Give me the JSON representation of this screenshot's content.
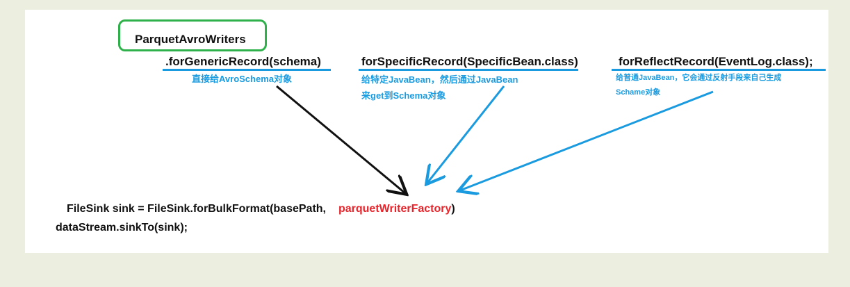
{
  "diagram": {
    "writer_class": "ParquetAvroWriters",
    "methods": [
      {
        "label": ".forGenericRecord(schema)",
        "note_lines": [
          "直接给AvroSchema对象"
        ]
      },
      {
        "label": "forSpecificRecord(SpecificBean.class)",
        "note_lines": [
          "给特定JavaBean，然后通过JavaBean",
          "来get到Schema对象"
        ]
      },
      {
        "label": "forReflectRecord(EventLog.class);",
        "note_lines": [
          "给普通JavaBean，它会通过反射手段来自己生成",
          "Schame对象"
        ]
      }
    ],
    "code": {
      "line1_prefix": "FileSink sink = FileSink.forBulkFormat(basePath,",
      "line1_factory": "parquetWriterFactory",
      "line1_suffix": ")",
      "line2": "dataStream.sinkTo(sink);"
    },
    "colors": {
      "note": "#1a9be0",
      "arrow_generic": "#111111",
      "arrow_other": "#1a9be0",
      "factory": "#e8232a",
      "group_box": "#2eb04a"
    }
  }
}
